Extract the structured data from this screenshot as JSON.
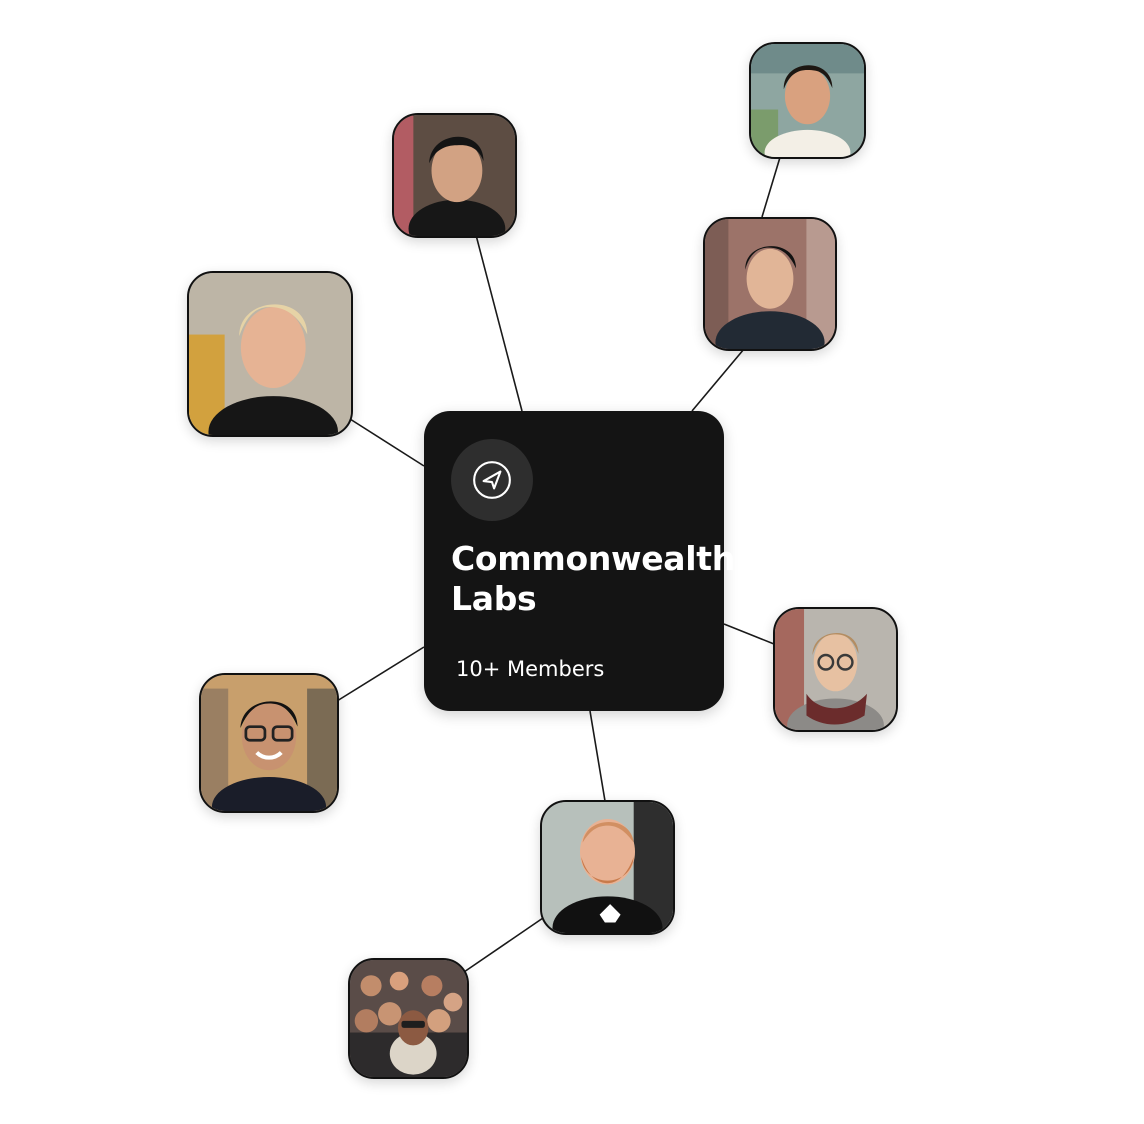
{
  "organization": {
    "name": "Commonwealth Labs",
    "members_label": "10+ Members",
    "icon": "navigation-arrow-icon"
  },
  "members": [
    {
      "id": "top-center",
      "skin": "#d2a283",
      "hair": "#161616",
      "shirt": "#1a1a1a",
      "bg": "#6b5a4e",
      "glasses": false
    },
    {
      "id": "top-right",
      "skin": "#d9a17f",
      "hair": "#1d1712",
      "shirt": "#f1ede4",
      "bg": "#8fa6a2",
      "glasses": false
    },
    {
      "id": "right-upper",
      "skin": "#e1b597",
      "hair": "#121212",
      "shirt": "#222a34",
      "bg": "#9b7066",
      "glasses": false
    },
    {
      "id": "left-upper",
      "skin": "#e6b394",
      "hair": "#e6d3a6",
      "shirt": "#161616",
      "bg": "#bdb5a7",
      "glasses": false
    },
    {
      "id": "right-lower",
      "skin": "#e7c1a2",
      "hair": "#b48d62",
      "shirt": "#8c8a87",
      "bg": "#b9b5ae",
      "glasses": true
    },
    {
      "id": "left-lower",
      "skin": "#c89270",
      "hair": "#121212",
      "shirt": "#1a1d29",
      "bg": "#c8a06d",
      "glasses": true
    },
    {
      "id": "bottom-center",
      "skin": "#e8b294",
      "hair": "#c87a4a",
      "shirt": "#111111",
      "bg": "#b8c1bb",
      "glasses": false
    },
    {
      "id": "bottom-left",
      "skin": "#a9745a",
      "hair": "#2a2a2a",
      "shirt": "#d9d3c7",
      "bg": "#5b4c48",
      "glasses": false,
      "crowd": true
    }
  ]
}
